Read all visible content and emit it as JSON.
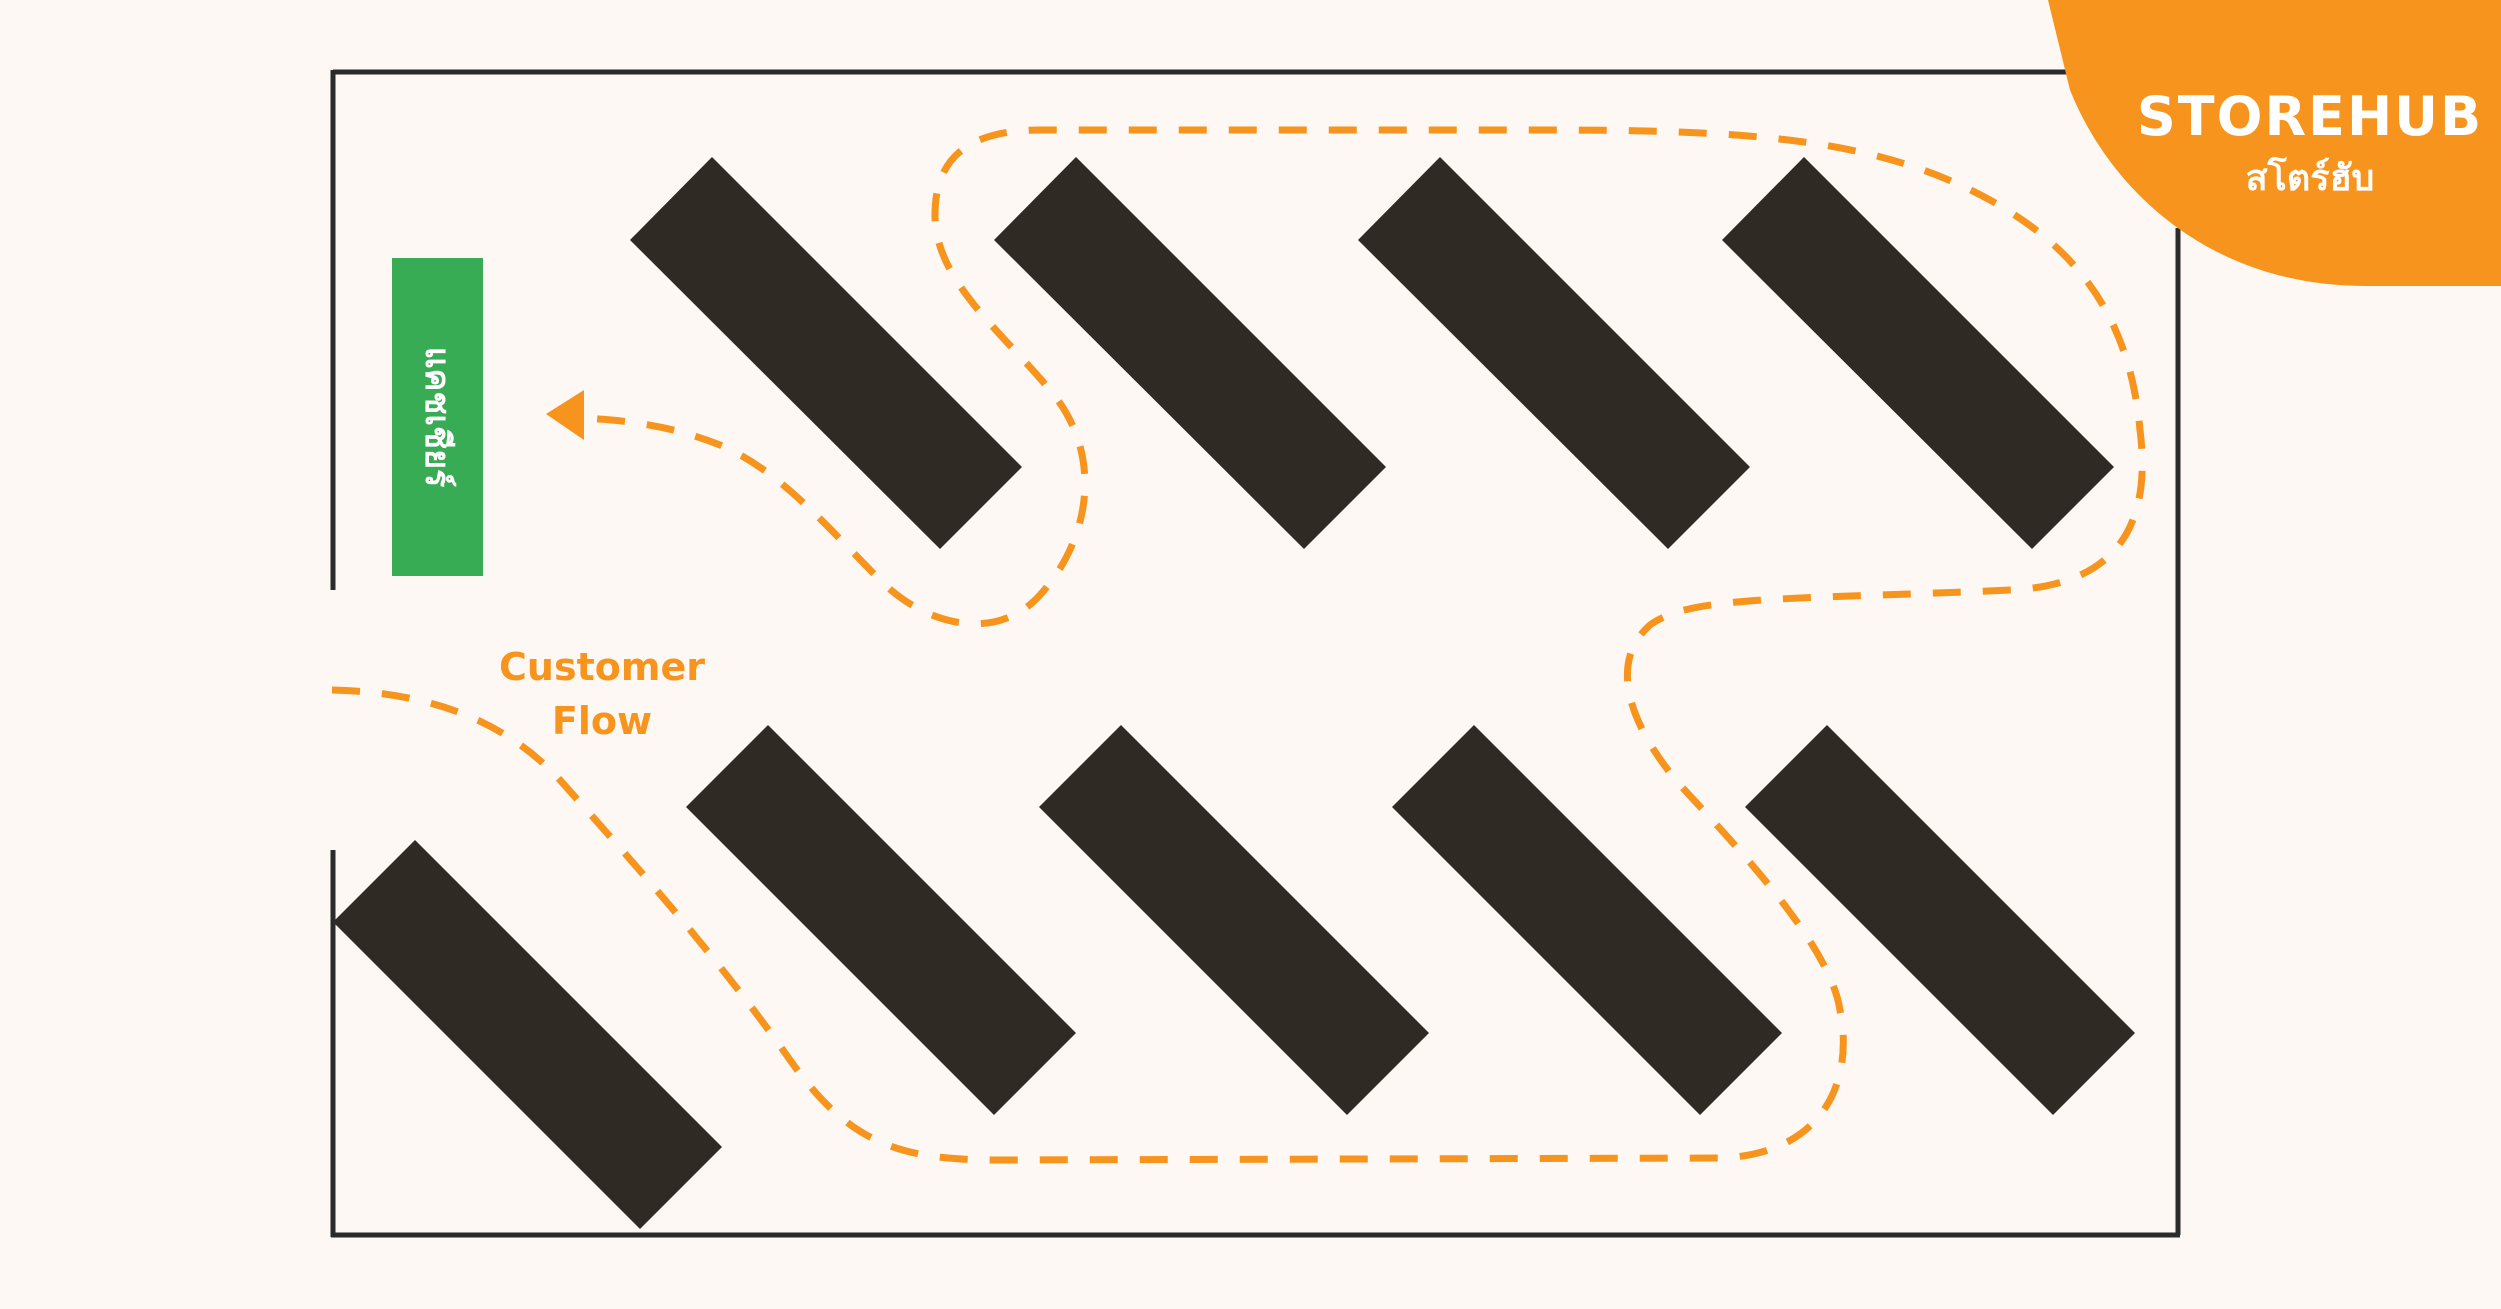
{
  "colors": {
    "background": "#fdf8f3",
    "wall": "#2b2b2b",
    "shelf": "#302a24",
    "cashier": "#38ab55",
    "flow": "#f7941d",
    "brand_badge": "#f7941d",
    "brand_text": "#ffffff"
  },
  "cashier": {
    "label": "แคชเชียร์"
  },
  "flow_label": {
    "line1": "Customer",
    "line2": "Flow"
  },
  "brand": {
    "name_en": "STOREHUB",
    "name_th": "สโตร์ฮับ"
  },
  "layout": {
    "top_row_shelves": 4,
    "bottom_row_shelves": 5,
    "shelf_orientation": "diagonal"
  }
}
